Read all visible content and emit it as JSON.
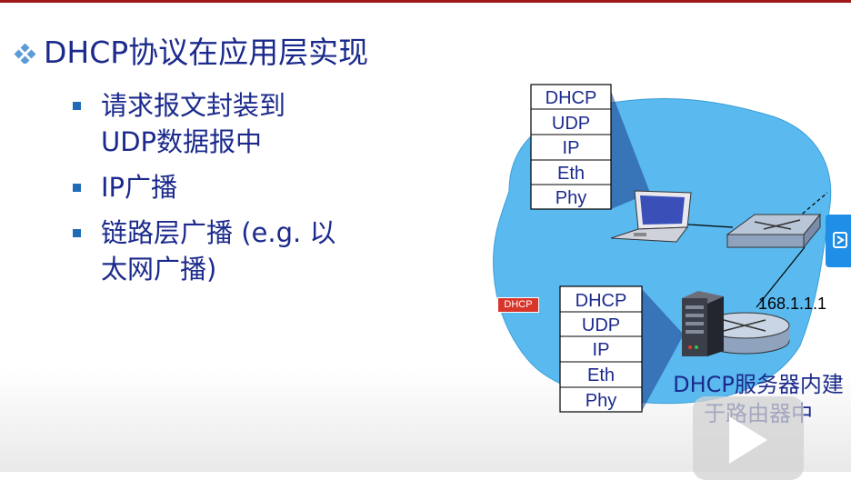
{
  "slide": {
    "main_bullet": "DHCP协议在应用层实现",
    "sub_bullets": [
      "请求报文封装到UDP数据报中",
      "IP广播",
      "链路层广播 (e.g. 以太网广播)"
    ]
  },
  "diagram": {
    "client_stack": [
      "DHCP",
      "UDP",
      "IP",
      "Eth",
      "Phy"
    ],
    "server_stack": [
      "DHCP",
      "UDP",
      "IP",
      "Eth",
      "Phy"
    ],
    "server_ip": "168.1.1.1",
    "server_caption": "DHCP服务器内建于路由器中",
    "packet_tag": "DHCP"
  },
  "colors": {
    "title_blue": "#1b2a8c",
    "cloud_blue": "#5ab9ee",
    "bullet_square": "#1f6bb5",
    "top_rule": "#a01818"
  },
  "icons": [
    "diamond-bullet-icon",
    "laptop-icon",
    "switch-icon",
    "server-icon",
    "router-icon",
    "play-icon",
    "side-tab-icon"
  ]
}
